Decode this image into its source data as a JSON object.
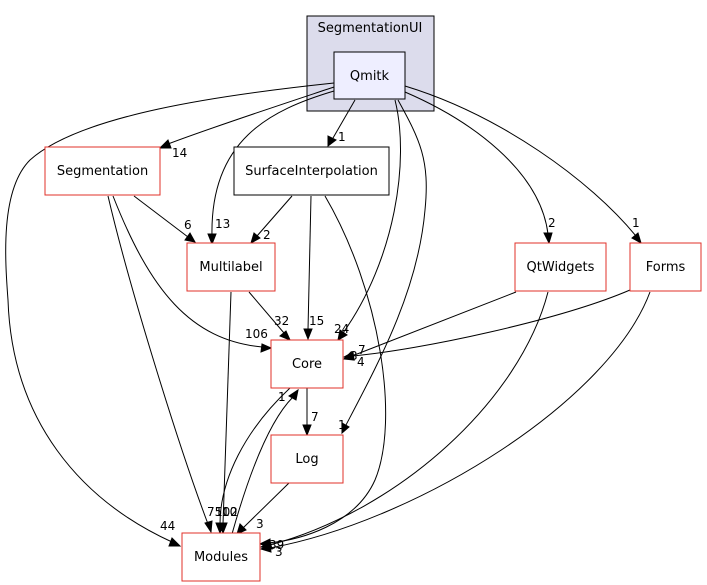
{
  "cluster": {
    "label": "SegmentationUI",
    "fill": "#dcdcec",
    "stroke": "#000000"
  },
  "nodes": {
    "qmitk": {
      "label": "Qmitk",
      "fill": "#eeeeff",
      "stroke": "#000000"
    },
    "segmentation": {
      "label": "Segmentation",
      "stroke": "#e0302a"
    },
    "surface_interpolation": {
      "label": "SurfaceInterpolation",
      "stroke": "#000000"
    },
    "multilabel": {
      "label": "Multilabel",
      "stroke": "#e0302a"
    },
    "qtwidgets": {
      "label": "QtWidgets",
      "stroke": "#e0302a"
    },
    "forms": {
      "label": "Forms",
      "stroke": "#e0302a"
    },
    "core": {
      "label": "Core",
      "stroke": "#e0302a"
    },
    "log": {
      "label": "Log",
      "stroke": "#e0302a"
    },
    "modules": {
      "label": "Modules",
      "stroke": "#e0302a"
    }
  },
  "edge_labels": {
    "qmitk_segmentation": "14",
    "qmitk_surface": "1",
    "qmitk_multilabel": "13",
    "qmitk_qtwidgets": "2",
    "qmitk_forms": "1",
    "qmitk_core": "24",
    "qmitk_log": "1",
    "qmitk_modules": "44",
    "segmentation_multilabel": "6",
    "segmentation_core": "106",
    "segmentation_modules": "75",
    "surface_multilabel": "2",
    "surface_core": "15",
    "surface_modules": "4",
    "multilabel_core": "32",
    "multilabel_modules": "10",
    "qtwidgets_core": "7",
    "qtwidgets_modules": "39",
    "forms_core": "3",
    "forms_modules": "3",
    "core_log": "7",
    "core_modules": "102",
    "log_modules": "3",
    "modules_core": "1"
  }
}
